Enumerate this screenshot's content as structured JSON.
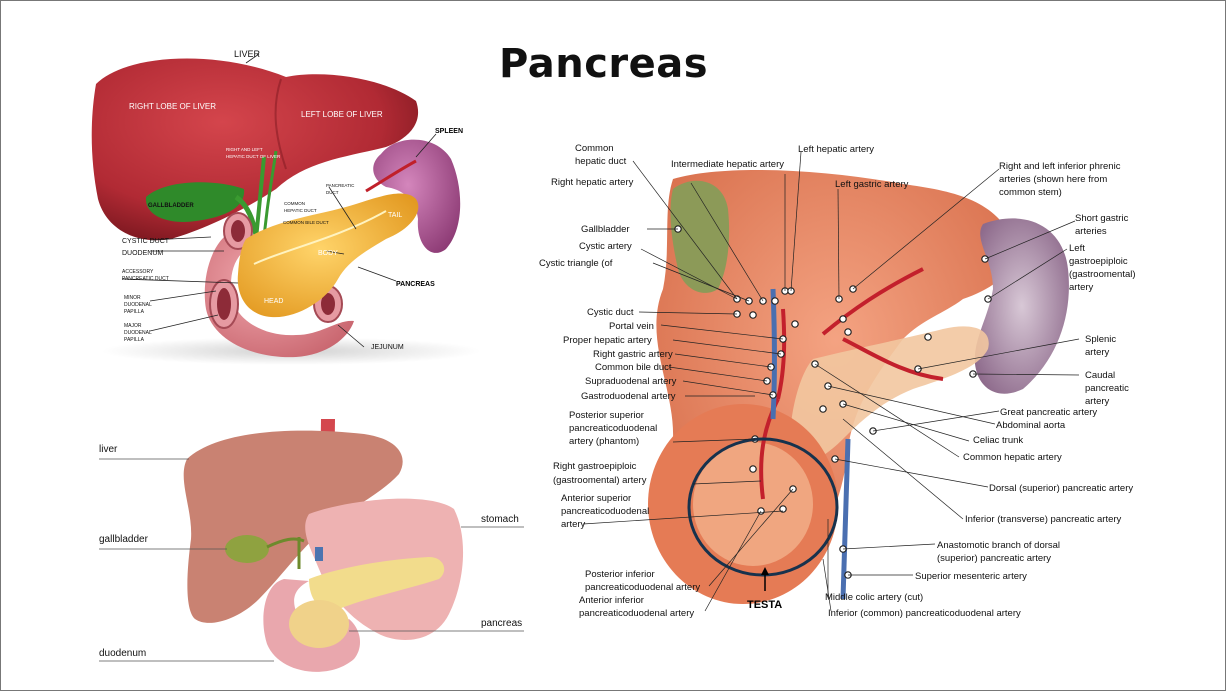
{
  "slide": {
    "title": "Pancreas"
  },
  "fig_top_left": {
    "labels": {
      "liver": "LIVER",
      "right_lobe": "RIGHT LOBE OF LIVER",
      "left_lobe": "LEFT LOBE OF LIVER",
      "spleen": "SPLEEN",
      "hepatic_ducts_1": "RIGHT AND LEFT",
      "hepatic_ducts_2": "HEPATIC DUCT OF LIVER",
      "pancreatic_duct_1": "PANCREATIC",
      "pancreatic_duct_2": "DUCT",
      "tail": "TAIL",
      "gallbladder": "GALLBLADDER",
      "common_hepatic_duct_1": "COMMON",
      "common_hepatic_duct_2": "HEPATIC DUCT",
      "common_bile_duct": "COMMON BILE DUCT",
      "body": "BODY",
      "cystic_duct": "CYSTIC DUCT",
      "duodenum": "DUODENUM",
      "pancreas": "PANCREAS",
      "accessory_1": "ACCESSORY",
      "accessory_2": "PANCREATIC DUCT",
      "head": "HEAD",
      "minor_1": "MINOR",
      "minor_2": "DUODENAL",
      "minor_3": "PAPILLA",
      "major_1": "MAJOR",
      "major_2": "DUODENAL",
      "major_3": "PAPILLA",
      "jejunum": "JEJUNUM"
    }
  },
  "fig_bottom_left": {
    "labels": {
      "liver": "liver",
      "gallbladder": "gallbladder",
      "duodenum": "duodenum",
      "stomach": "stomach",
      "pancreas": "pancreas"
    }
  },
  "fig_right": {
    "left_labels": {
      "common_hepatic_duct_1": "Common",
      "common_hepatic_duct_2": "hepatic duct",
      "right_hepatic_artery": "Right hepatic artery",
      "gallbladder": "Gallbladder",
      "cystic_artery": "Cystic artery",
      "cystic_triangle": "Cystic triangle (of",
      "cystic_duct": "Cystic duct",
      "portal_vein": "Portal vein",
      "proper_hepatic_artery": "Proper hepatic artery",
      "right_gastric_artery": "Right gastric artery",
      "common_bile_duct": "Common bile duct",
      "supraduodenal_artery": "Supraduodenal artery",
      "gastroduodenal_artery": "Gastroduodenal artery",
      "post_sup_1": "Posterior superior",
      "post_sup_2": "pancreaticoduodenal",
      "post_sup_3": "artery (phantom)",
      "right_gastroepiploic_1": "Right gastroepiploic",
      "right_gastroepiploic_2": "(gastroomental) artery",
      "ant_sup_1": "Anterior superior",
      "ant_sup_2": "pancreaticoduodenal",
      "ant_sup_3": "artery",
      "post_inf_1": "Posterior inferior",
      "post_inf_2": "pancreaticoduodenal artery",
      "ant_inf_1": "Anterior inferior",
      "ant_inf_2": "pancreaticoduodenal artery"
    },
    "top_labels": {
      "intermediate_hepatic_artery": "Intermediate hepatic artery",
      "left_hepatic_artery": "Left hepatic artery",
      "left_gastric_artery": "Left gastric artery"
    },
    "right_labels": {
      "phrenic_1": "Right and left inferior phrenic",
      "phrenic_2": "arteries (shown here from",
      "phrenic_3": "common stem)",
      "short_gastric_1": "Short gastric",
      "short_gastric_2": "arteries",
      "left_gastroepiploic_1": "Left",
      "left_gastroepiploic_2": "gastroepiploic",
      "left_gastroepiploic_3": "(gastroomental)",
      "left_gastroepiploic_4": "artery",
      "splenic_1": "Splenic",
      "splenic_2": "artery",
      "caudal_1": "Caudal",
      "caudal_2": "pancreatic",
      "caudal_3": "artery",
      "great_pancreatic": "Great pancreatic artery",
      "abdominal_aorta": "Abdominal aorta",
      "celiac_trunk": "Celiac trunk",
      "common_hepatic_artery": "Common hepatic artery",
      "dorsal_pancreatic": "Dorsal (superior) pancreatic artery",
      "inferior_pancreatic": "Inferior (transverse) pancreatic artery",
      "anastomotic_1": "Anastomotic branch of dorsal",
      "anastomotic_2": "(superior) pancreatic artery",
      "superior_mesenteric": "Superior mesenteric artery"
    },
    "bottom_labels": {
      "testa": "TESTA",
      "middle_colic": "Middle colic artery (cut)",
      "inferior_common": "Inferior (common) pancreaticoduodenal artery"
    }
  },
  "colors": {
    "liver": "#b8303a",
    "liver_dark": "#8a1e26",
    "gallbladder": "#2f8a2a",
    "spleen": "#a4528a",
    "pancreas": "#f0b23c",
    "duodenum": "#e08a92",
    "liver_flat": "#c98272",
    "stomach_flat": "#eeb2b2",
    "pancreas_flat": "#f2dc8c",
    "flesh": "#e9866a",
    "circle": "#17324d"
  }
}
